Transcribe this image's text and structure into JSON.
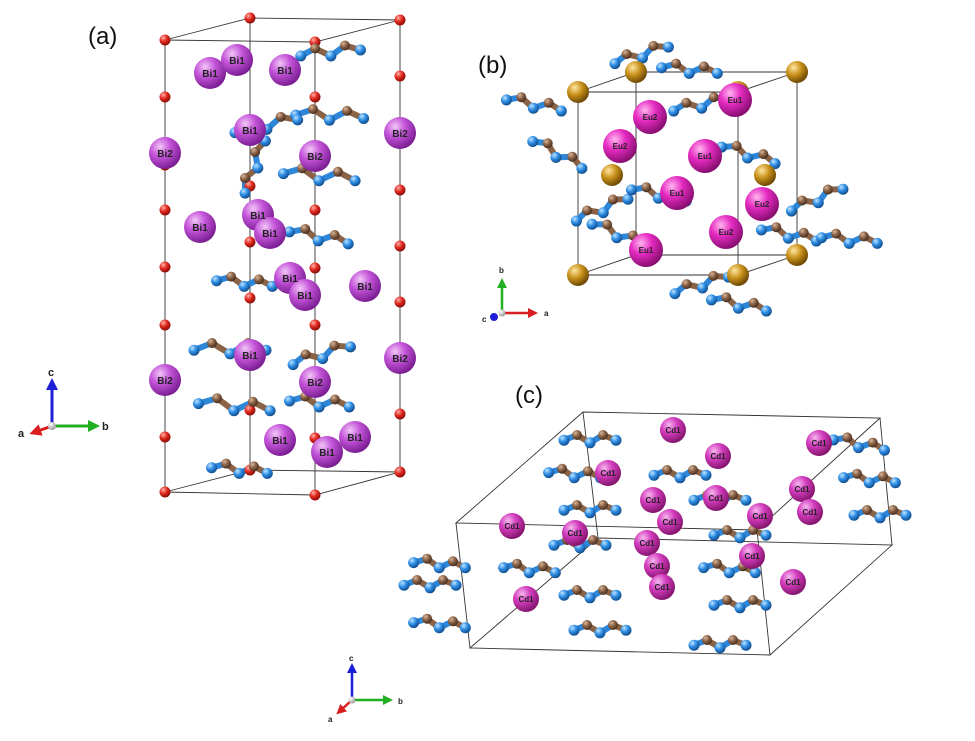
{
  "panels": [
    {
      "id": "a",
      "label": "(a)",
      "element_labels": [
        "Bi1",
        "Bi2"
      ]
    },
    {
      "id": "b",
      "label": "(b)",
      "element_labels": [
        "Eu1",
        "Eu2"
      ]
    },
    {
      "id": "c",
      "label": "(c)",
      "element_labels": [
        "Cd1"
      ]
    }
  ],
  "atom_colors": {
    "Bi": "#b045c8",
    "Eu": "#e020b8",
    "Cd": "#cc30b8",
    "O": "#e02020",
    "N": "#2f8fe6",
    "C": "#8a6246",
    "gold": "#c8901a"
  },
  "axes_triads": [
    {
      "id": "triad-a",
      "labels": {
        "a": "a",
        "b": "b",
        "c": "c"
      }
    },
    {
      "id": "triad-b",
      "labels": {
        "a": "a",
        "b": "b",
        "c": "c"
      }
    },
    {
      "id": "triad-c",
      "labels": {
        "a": "a",
        "b": "b",
        "c": "c"
      }
    }
  ],
  "axis_colors": {
    "a": "#d81e1e",
    "b": "#22b022",
    "c": "#1e1ed8"
  }
}
